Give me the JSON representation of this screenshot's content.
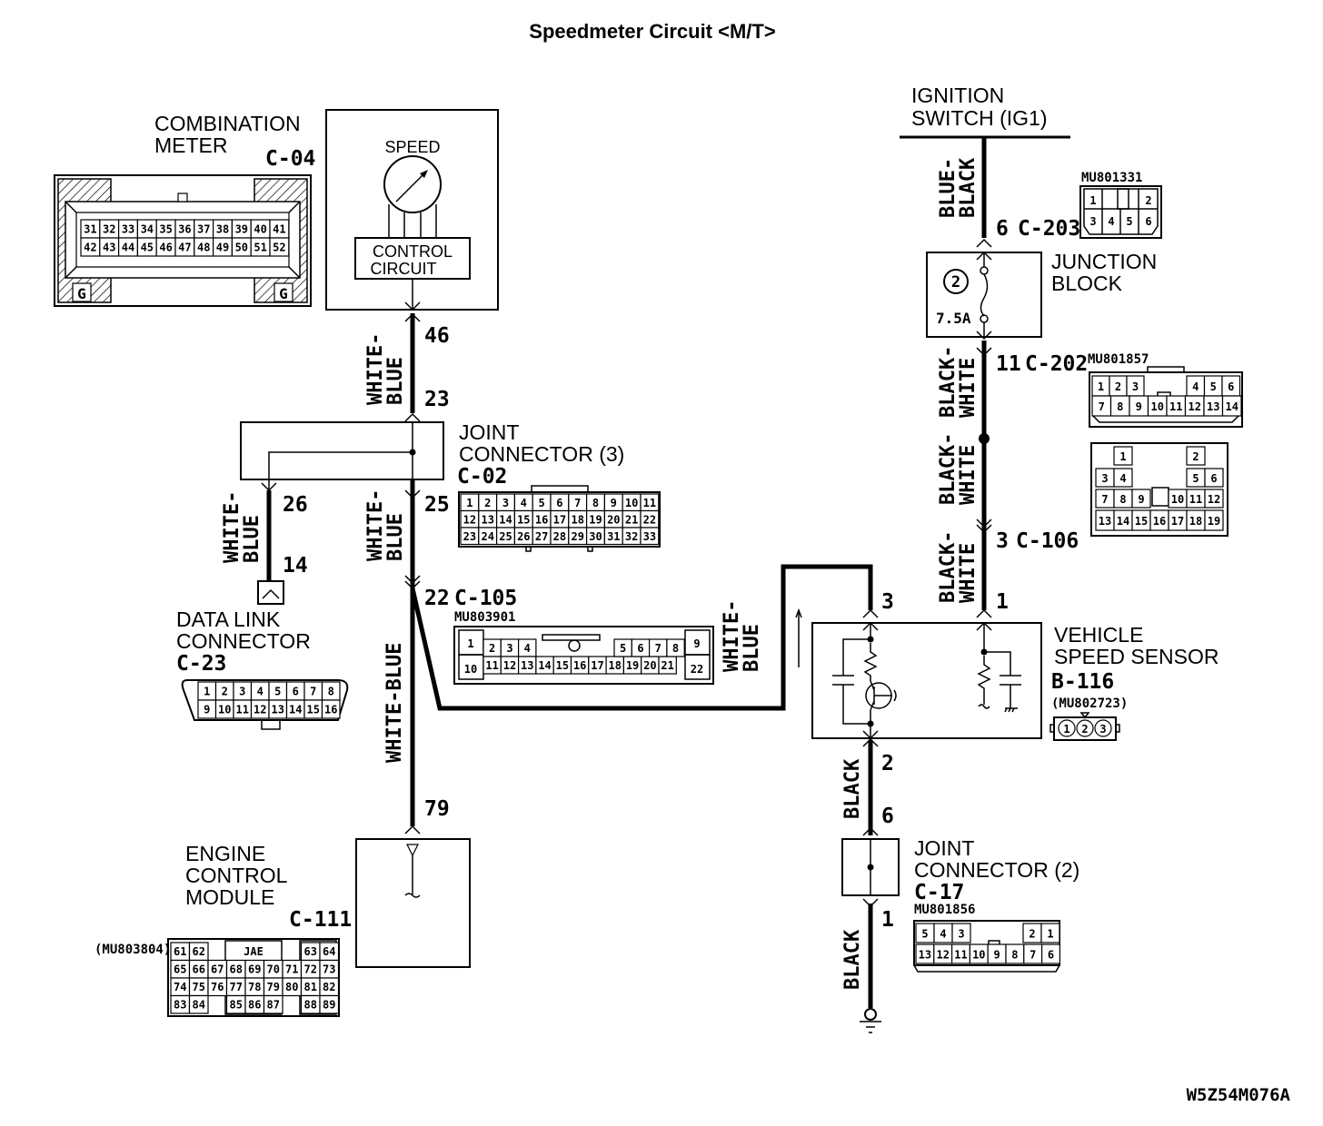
{
  "title": "Speedmeter Circuit <M/T>",
  "figure_code": "W5Z54M076A",
  "components": {
    "combination_meter": {
      "name_lines": [
        "COMBINATION",
        "METER"
      ],
      "connector_id": "C-04",
      "connector_pins_row1": [
        "31",
        "32",
        "33",
        "34",
        "35",
        "36",
        "37",
        "38",
        "39",
        "40",
        "41"
      ],
      "connector_pins_row2": [
        "42",
        "43",
        "44",
        "45",
        "46",
        "47",
        "48",
        "49",
        "50",
        "51",
        "52"
      ],
      "connector_marks": [
        "G",
        "G"
      ],
      "gauge_label": "SPEED",
      "control_circuit_lines": [
        "CONTROL",
        "CIRCUIT"
      ],
      "pin_out": "46"
    },
    "joint_connector_3": {
      "name_lines": [
        "JOINT",
        "CONNECTOR (3)"
      ],
      "connector_id": "C-02",
      "pin_in": "23",
      "pin_out_left": "26",
      "pin_out_right": "25",
      "connector_pins_rows": [
        [
          "1",
          "2",
          "3",
          "4",
          "5",
          "6",
          "7",
          "8",
          "9",
          "10",
          "11"
        ],
        [
          "12",
          "13",
          "14",
          "15",
          "16",
          "17",
          "18",
          "19",
          "20",
          "21",
          "22"
        ],
        [
          "23",
          "24",
          "25",
          "26",
          "27",
          "28",
          "29",
          "30",
          "31",
          "32",
          "33"
        ]
      ]
    },
    "data_link_connector": {
      "name_lines": [
        "DATA LINK",
        "CONNECTOR"
      ],
      "connector_id": "C-23",
      "pin_in": "14",
      "connector_pins_row1": [
        "1",
        "2",
        "3",
        "4",
        "5",
        "6",
        "7",
        "8"
      ],
      "connector_pins_row2": [
        "9",
        "10",
        "11",
        "12",
        "13",
        "14",
        "15",
        "16"
      ]
    },
    "c105": {
      "pin": "22",
      "connector_id": "C-105",
      "part_number": "MU803901",
      "pins_left": [
        "1",
        "10"
      ],
      "pins_row1": [
        "2",
        "3",
        "4"
      ],
      "pins_row1_right": [
        "5",
        "6",
        "7",
        "8"
      ],
      "pins_row2": [
        "11",
        "12",
        "13",
        "14",
        "15",
        "16",
        "17",
        "18",
        "19",
        "20",
        "21"
      ],
      "pins_right": [
        "9",
        "22"
      ]
    },
    "engine_control_module": {
      "name_lines": [
        "ENGINE",
        "CONTROL",
        "MODULE"
      ],
      "connector_id": "C-111",
      "part_number": "(MU803804)",
      "pin_in": "79",
      "maker_label": "JAE",
      "connector_rows": [
        [
          "61",
          "62",
          "",
          "",
          "",
          "",
          "",
          "63",
          "64"
        ],
        [
          "65",
          "66",
          "67",
          "68",
          "69",
          "70",
          "71",
          "72",
          "73"
        ],
        [
          "74",
          "75",
          "76",
          "77",
          "78",
          "79",
          "80",
          "81",
          "82"
        ],
        [
          "83",
          "84",
          "",
          "85",
          "86",
          "87",
          "",
          "88",
          "89"
        ]
      ]
    },
    "ignition_switch": {
      "name_lines": [
        "IGNITION",
        "SWITCH (IG1)"
      ]
    },
    "c203": {
      "pin": "6",
      "connector_id": "C-203",
      "part_number": "MU801331",
      "pins_row1": [
        "1",
        "2"
      ],
      "pins_row2": [
        "3",
        "4",
        "5",
        "6"
      ]
    },
    "junction_block": {
      "name_lines": [
        "JUNCTION",
        "BLOCK"
      ],
      "fuse_number": "2",
      "fuse_rating": "7.5A"
    },
    "c202": {
      "pin": "11",
      "connector_id": "C-202",
      "part_number": "MU801857",
      "pins_row1_left": [
        "1",
        "2",
        "3"
      ],
      "pins_row1_right": [
        "4",
        "5",
        "6"
      ],
      "pins_row2": [
        "7",
        "8",
        "9",
        "10",
        "11",
        "12",
        "13",
        "14"
      ]
    },
    "c106_connector_face": {
      "row1": [
        "1",
        "2"
      ],
      "row2": [
        "3",
        "4",
        "5",
        "6"
      ],
      "row3": [
        "7",
        "8",
        "9",
        "10",
        "11",
        "12"
      ],
      "row4": [
        "13",
        "14",
        "15",
        "16",
        "17",
        "18",
        "19"
      ]
    },
    "c106": {
      "pin": "3",
      "connector_id": "C-106"
    },
    "vehicle_speed_sensor": {
      "name_lines": [
        "VEHICLE",
        "SPEED SENSOR"
      ],
      "connector_id": "B-116",
      "part_number": "(MU802723)",
      "pin_signal": "3",
      "pin_power": "1",
      "pin_ground": "2",
      "connector_pins": [
        "1",
        "2",
        "3"
      ]
    },
    "joint_connector_2": {
      "name_lines": [
        "JOINT",
        "CONNECTOR (2)"
      ],
      "connector_id": "C-17",
      "part_number": "MU801856",
      "pin_in": "6",
      "pin_out": "1",
      "pins_row1_left": [
        "5",
        "4",
        "3"
      ],
      "pins_row1_right": [
        "2",
        "1"
      ],
      "pins_row2": [
        "13",
        "12",
        "11",
        "10",
        "9",
        "8",
        "7",
        "6"
      ]
    }
  },
  "wires": {
    "meter_to_jc3": [
      "WHITE-",
      "BLUE"
    ],
    "jc3_to_dlc": [
      "WHITE-",
      "BLUE"
    ],
    "jc3_to_c105": [
      "WHITE-",
      "BLUE"
    ],
    "c105_to_ecm": "WHITE-BLUE",
    "c105_to_vss": [
      "WHITE-",
      "BLUE"
    ],
    "ig_to_jb": [
      "BLUE-",
      "BLACK"
    ],
    "jb_to_splice": [
      "BLACK-",
      "WHITE"
    ],
    "splice_to_c106": [
      "BLACK-",
      "WHITE"
    ],
    "c106_to_vss": [
      "BLACK-",
      "WHITE"
    ],
    "vss_to_jc2": "BLACK",
    "jc2_to_ground": "BLACK"
  }
}
